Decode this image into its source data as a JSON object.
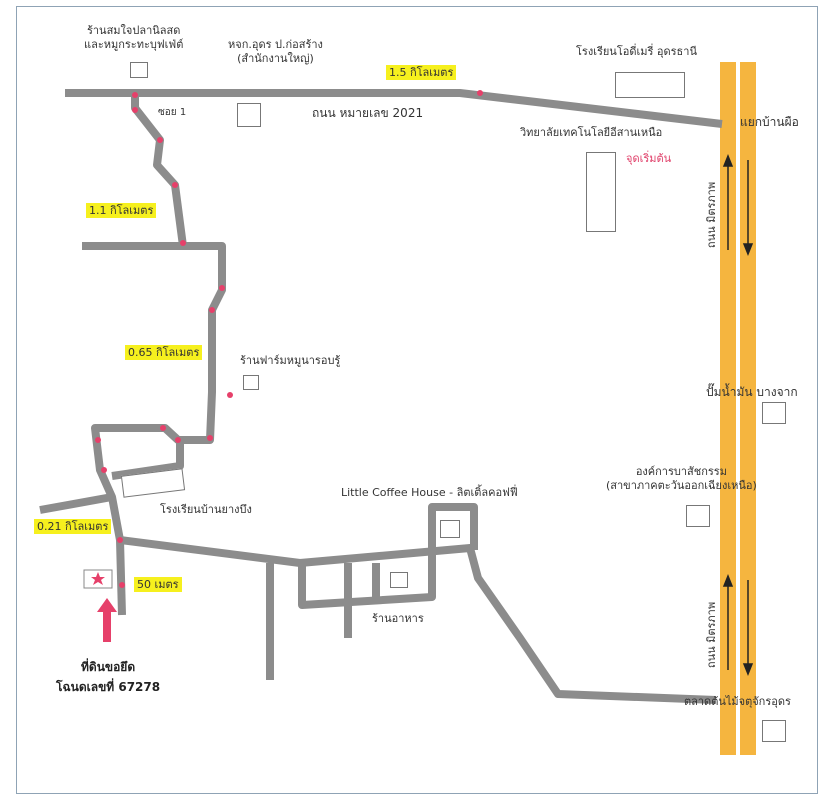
{
  "places": {
    "fish_shop": [
      "ร้านสมใจปลานิลสด",
      "และหมูกระทะบุฟเฟ่ต์"
    ],
    "pwa_office": [
      "หจก.อุดร ป.ก่อสร้าง",
      "(สำนักงานใหญ่)"
    ],
    "school_top": "โรงเรียนโอดี่เมรี่ อุดรธานี",
    "college": "วิทยาลัยเทคโนโลยีอีสานเหนือ",
    "start_point": "จุดเริ่มต้น",
    "junction": "แยกบ้านผือ",
    "farm_shop": "ร้านฟาร์มหมูนารอบรู้",
    "gas_station": "ปั๊มน้ำมัน บางจาก",
    "org": [
      "องค์การบาสัชกรรม",
      "(สาขาภาคตะวันออกเฉียงเหนือ)"
    ],
    "school_bottom": "โรงเรียนบ้านยางบึง",
    "coffee": "Little Coffee House - ลิตเติ้ลคอฟฟี่",
    "restaurant": "ร้านอาหาร",
    "market": "ตลาดต้นไม้จตุจักรอุดร"
  },
  "roads": {
    "main_road": "ถนน หมายเลข 2021",
    "soi": "ซอย 1",
    "mittraphap_top": "ถนน มิตรภาพ",
    "mittraphap_bottom": "ถนน มิตรภาพ"
  },
  "distances": {
    "d1": "1.5 กิโลเมตร",
    "d2": "1.1 กิโลเมตร",
    "d3": "0.65 กิโลเมตร",
    "d4": "0.21 กิโลเมตร",
    "d5": "50 เมตร"
  },
  "destination": {
    "line1": "ที่ดินขอยึด",
    "line2": "โฉนดเลขที่ 67278"
  },
  "colors": {
    "road": "#8c8c8c",
    "highway": "#f5b53f",
    "route_dot": "#e6406a",
    "highlight": "#f6f01e"
  }
}
